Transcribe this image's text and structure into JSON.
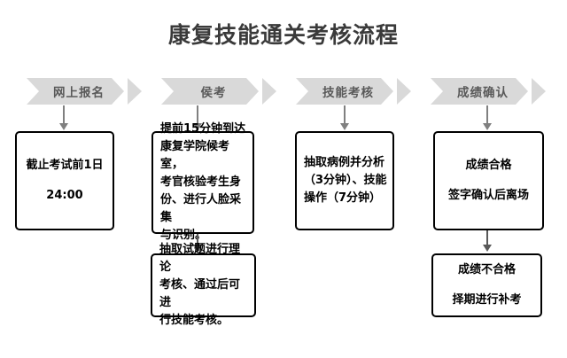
{
  "page": {
    "title": "康复技能通关考核流程",
    "background_color": "#ffffff",
    "accent_color": "#d9d9d9",
    "text_color": "#000000",
    "title_color": "#3a3a3a",
    "connector_color": "#808080"
  },
  "stages": [
    {
      "label": "网上报名"
    },
    {
      "label": "侯考"
    },
    {
      "label": "技能考核"
    },
    {
      "label": "成绩确认"
    }
  ],
  "boxes": {
    "row1": [
      {
        "line1": "截止考试前1日",
        "line2": "24:00"
      },
      {
        "line1": "提前15分钟到达",
        "line2": "康复学院候考室，",
        "line3": "考官核验考生身",
        "line4": "份、进行人脸采集",
        "line5": "与识别。"
      },
      {
        "line1": "抽取病例并分析",
        "line2": "（3分钟）、技能",
        "line3": "操作（7分钟）"
      },
      {
        "line1": "成绩合格",
        "line2": "签字确认后离场"
      }
    ],
    "row2": [
      {
        "line1": "抽取试题进行理论",
        "line2": "考核、通过后可进",
        "line3": "行技能考核。"
      },
      {
        "line1": "成绩不合格",
        "line2": "择期进行补考"
      }
    ]
  }
}
